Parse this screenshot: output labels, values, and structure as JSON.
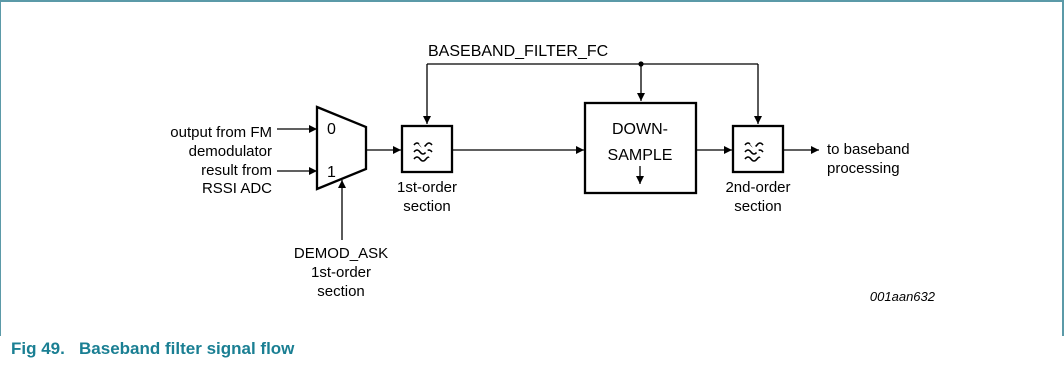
{
  "caption": {
    "number": "Fig 49.",
    "title": "Baseband filter signal flow"
  },
  "diagram": {
    "control_signal": "BASEBAND_FILTER_FC",
    "inputs": {
      "fm_line1": "output from FM",
      "fm_line2": "demodulator",
      "rssi_line1": "result from",
      "rssi_line2": "RSSI ADC"
    },
    "mux": {
      "port0": "0",
      "port1": "1",
      "select_line1": "DEMOD_ASK",
      "select_line2": "1st-order",
      "select_line3": "section"
    },
    "filter1": {
      "line1": "1st-order",
      "line2": "section"
    },
    "downsample": {
      "line1": "DOWN-",
      "line2": "SAMPLE"
    },
    "filter2": {
      "line1": "2nd-order",
      "line2": "section"
    },
    "output": {
      "line1": "to baseband",
      "line2": "processing"
    },
    "reference": "001aan632"
  }
}
